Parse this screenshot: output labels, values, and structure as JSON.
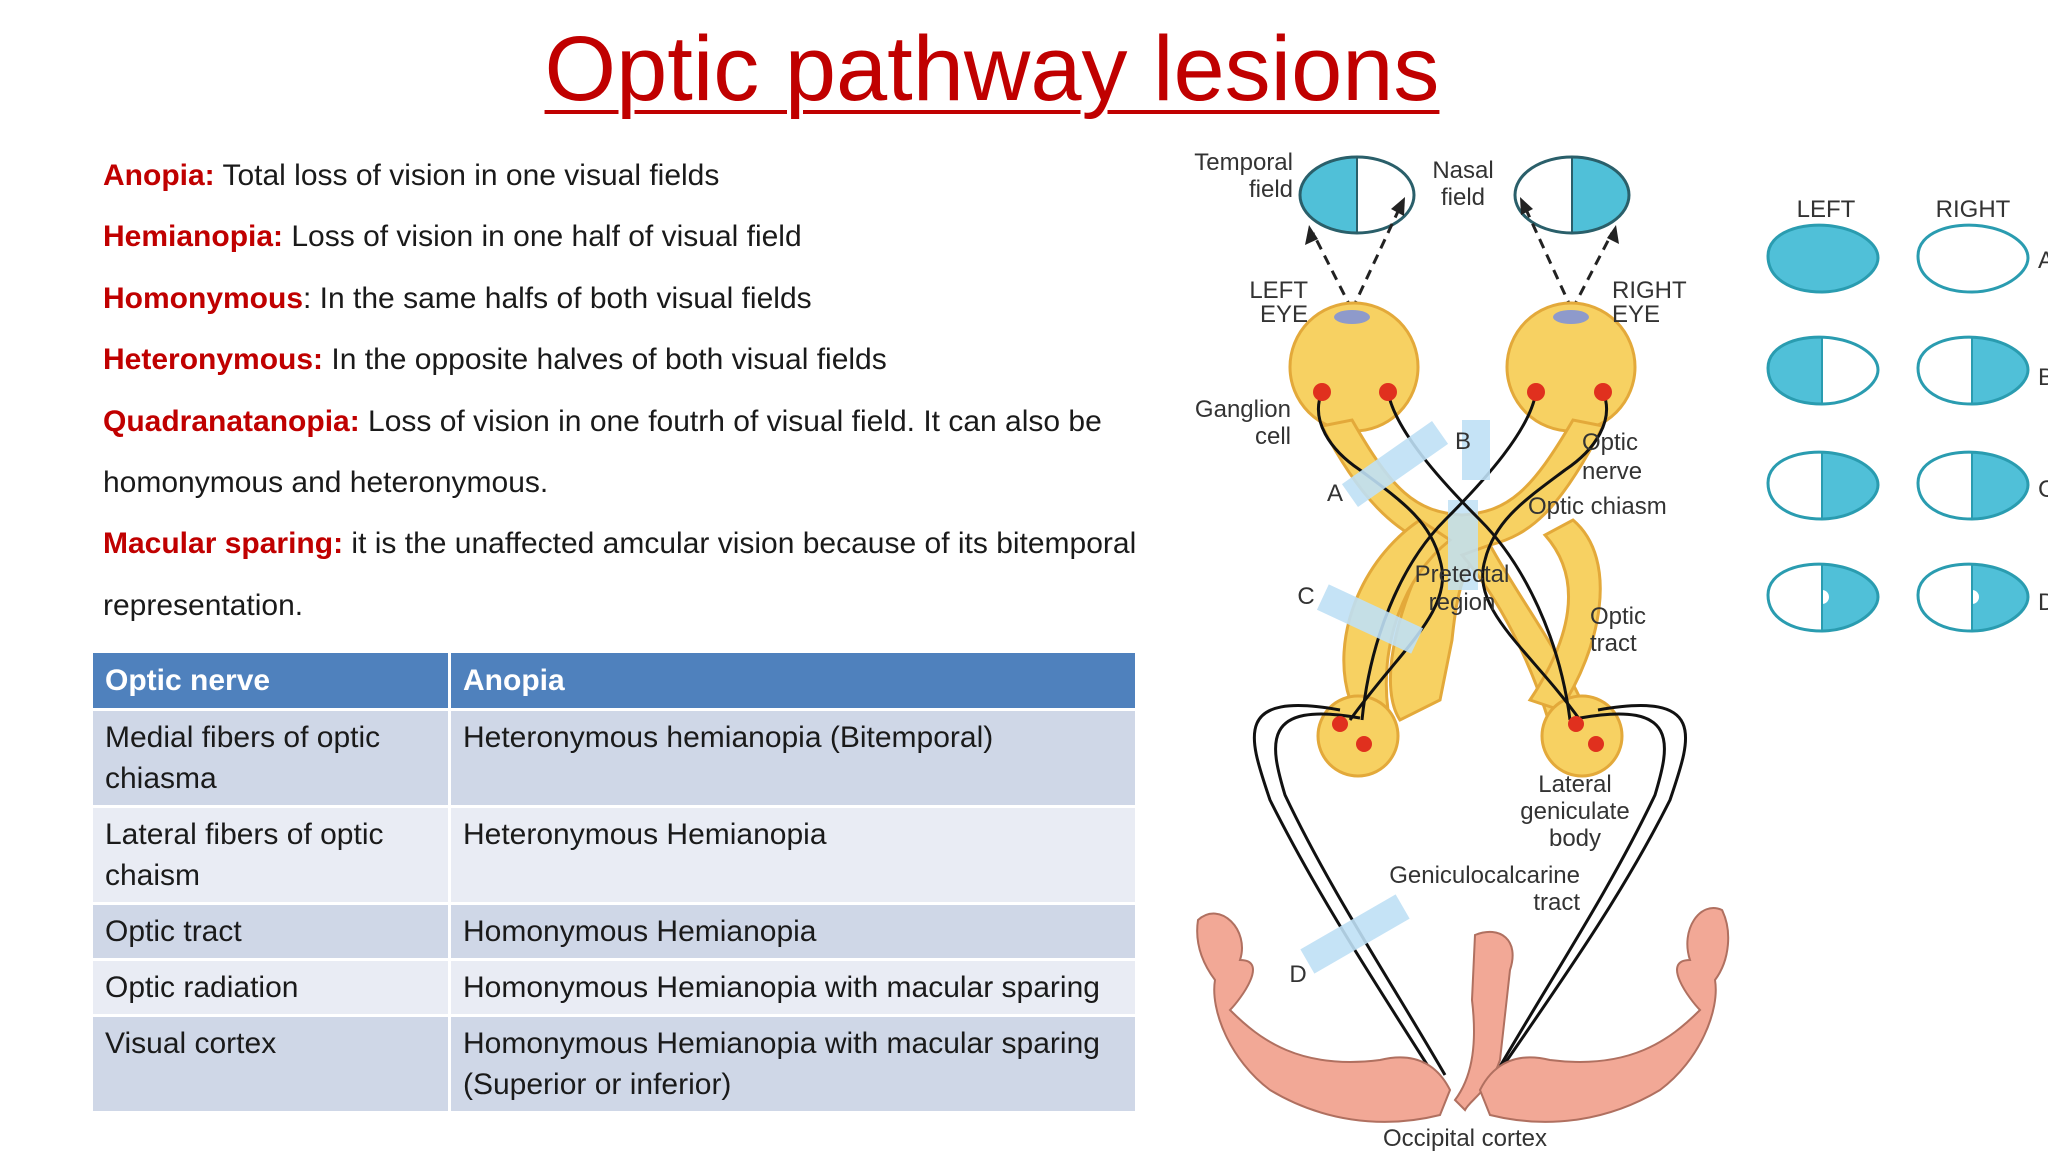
{
  "title": "Optic pathway lesions",
  "definitions": [
    {
      "term": "Anopia:",
      "text": " Total loss of vision in one visual fields"
    },
    {
      "term": "Hemianopia:",
      "text": " Loss of vision in one half of visual field"
    },
    {
      "term": "Homonymous",
      "text": ": In the same halfs of both visual fields"
    },
    {
      "term": "Heteronymous:",
      "text": "  In the opposite halves of both visual fields"
    },
    {
      "term": "Quadranatanopia:",
      "text": " Loss of vision in one foutrh of visual field.  It can also be"
    },
    {
      "term": "",
      "text": "homonymous and heteronymous."
    },
    {
      "term": "Macular sparing:",
      "text": " it is the unaffected amcular vision because of its bitemporal"
    },
    {
      "term": "",
      "text": "representation."
    }
  ],
  "table": {
    "headers": [
      "Optic nerve",
      "Anopia"
    ],
    "rows": [
      [
        "Medial fibers of optic chiasma",
        "Heteronymous hemianopia (Bitemporal)"
      ],
      [
        "Lateral fibers of optic chaism",
        "Heteronymous Hemianopia"
      ],
      [
        "Optic tract",
        "Homonymous Hemianopia"
      ],
      [
        "Optic radiation",
        "Homonymous Hemianopia with macular sparing"
      ],
      [
        "Visual cortex",
        "Homonymous Hemianopia with macular sparing (Superior or inferior)"
      ]
    ]
  },
  "diagram": {
    "labels": {
      "temporal_field": [
        "Temporal",
        "field"
      ],
      "nasal_field": [
        "Nasal",
        "field"
      ],
      "left_eye": [
        "LEFT",
        "EYE"
      ],
      "right_eye": [
        "RIGHT",
        "EYE"
      ],
      "ganglion_cell": [
        "Ganglion",
        "cell"
      ],
      "optic_nerve": [
        "Optic",
        "nerve"
      ],
      "optic_chiasm": "Optic chiasm",
      "pretectal_region": [
        "Pretectal",
        "region"
      ],
      "optic_tract": [
        "Optic",
        "tract"
      ],
      "lateral_geniculate_body": [
        "Lateral",
        "geniculate",
        "body"
      ],
      "geniculocalcarine_tract": [
        "Geniculocalcarine",
        "tract"
      ],
      "occipital_cortex": "Occipital cortex",
      "lesion_a": "A",
      "lesion_b": "B",
      "lesion_c": "C",
      "lesion_d": "D"
    },
    "field_panel": {
      "left_header": "LEFT",
      "right_header": "RIGHT",
      "row_labels": [
        "A",
        "B",
        "C",
        "D"
      ]
    },
    "colors": {
      "field_fill": "#50c0d8",
      "brain_yellow": "#f7d162",
      "cortex_pink": "#f2a896",
      "lesion_blue": "#bfe0f5",
      "red_dot": "#e0301e"
    }
  }
}
